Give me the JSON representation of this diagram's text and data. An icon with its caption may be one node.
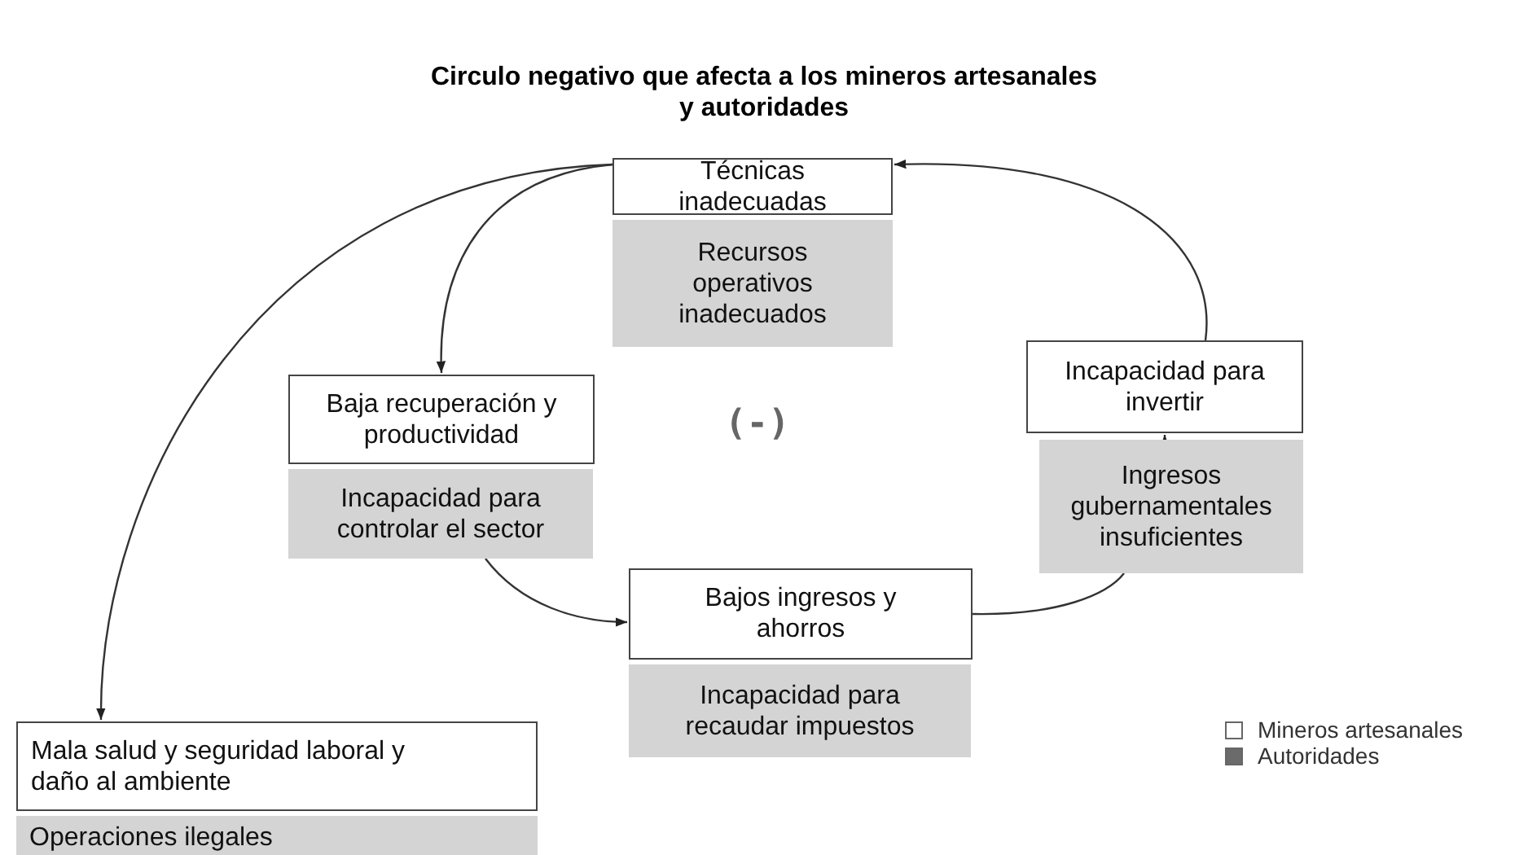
{
  "diagram": {
    "title": "Circulo negativo que afecta a los mineros artesanales y autoridades",
    "nodes": [
      {
        "text": [
          "Técnicas inadecuadas"
        ]
      },
      {
        "text": [
          "Recursos operativos inadecuados"
        ]
      },
      {
        "text": [
          "Baja recuperación y productividad"
        ]
      },
      {
        "text": [
          "Incapacidad para controlar el sector"
        ]
      },
      {
        "text": [
          "Incapacidad para invertir"
        ]
      },
      {
        "text": [
          "Ingresos gubernamentales insuficientes"
        ]
      },
      {
        "text": [
          "Bajos ingresos y ahorros"
        ]
      },
      {
        "text": [
          "Incapacidad para recaudar impuestos"
        ]
      },
      {
        "text": [
          "Mala salud y seguridad laboral y daño al ambiente"
        ]
      },
      {
        "text": [
          "Operaciones ilegales"
        ]
      }
    ],
    "edges": [
      {
        "from": 0,
        "to": 2,
        "arrow": "to"
      },
      {
        "from": 0,
        "to": 8,
        "arrow": "to"
      },
      {
        "from": 3,
        "to": 6,
        "arrow": "to"
      },
      {
        "from": 6,
        "to": 5,
        "arrow": "none"
      },
      {
        "from": 5,
        "to": 4,
        "arrow": "to"
      },
      {
        "from": 4,
        "to": 0,
        "arrow": "to"
      }
    ],
    "labels": [
      "(-)"
    ],
    "legend": [
      {
        "text": "Mineros artesanales",
        "color": "#ffffff"
      },
      {
        "text": "Autoridades",
        "color": "#6b6b6b"
      }
    ]
  }
}
